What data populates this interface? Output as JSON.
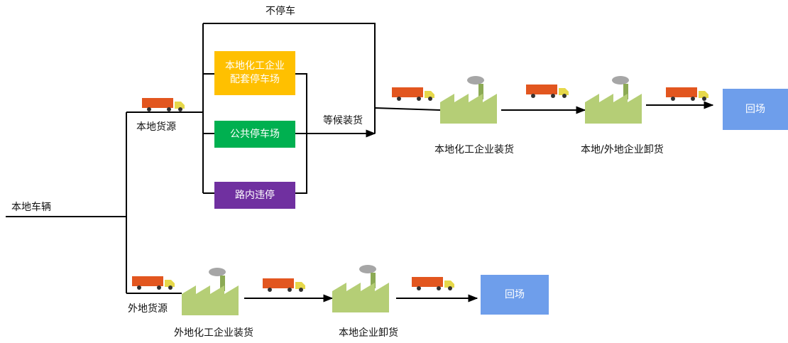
{
  "labels": {
    "local_vehicle": "本地车辆",
    "local_source": "本地货源",
    "no_stop": "不停车",
    "wait_loading": "等候装货",
    "local_chem_loading": "本地化工企业装货",
    "local_external_unload": "本地/外地企业卸货",
    "external_source": "外地货源",
    "external_chem_loading": "外地化工企业装货",
    "local_unload": "本地企业卸货"
  },
  "boxes": {
    "parking_matched_line1": "本地化工企业",
    "parking_matched_line2": "配套停车场",
    "public_parking": "公共停车场",
    "street_parking": "路内违停",
    "return_top": "回场",
    "return_bottom": "回场"
  },
  "colors": {
    "parking_matched": "#FFC000",
    "public_parking": "#00B050",
    "street_parking": "#7030A0",
    "return": "#6E9EEB"
  },
  "icons": [
    "truck-icon",
    "factory-icon"
  ]
}
